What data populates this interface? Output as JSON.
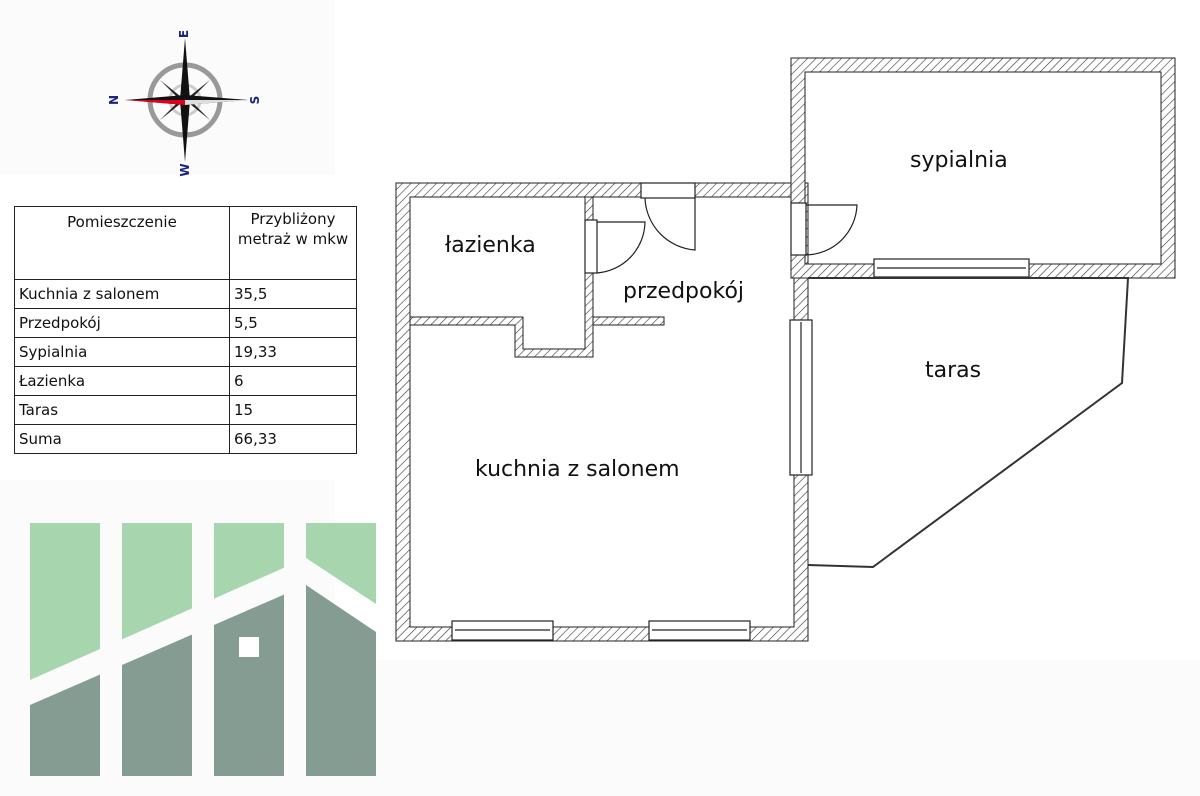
{
  "compass": {
    "n": "N",
    "e": "E",
    "s": "S",
    "w": "W"
  },
  "table": {
    "headers": [
      "Pomieszczenie",
      "Przybliżony metraż w mkw"
    ],
    "rows": [
      [
        "Kuchnia z salonem",
        "35,5"
      ],
      [
        "Przedpokój",
        "5,5"
      ],
      [
        "Sypialnia",
        "19,33"
      ],
      [
        "Łazienka",
        "6"
      ],
      [
        "Taras",
        "15"
      ],
      [
        "Suma",
        "66,33"
      ]
    ]
  },
  "rooms": {
    "lazienka": "łazienka",
    "przedpokoj": "przedpokój",
    "sypialnia": "sypialnia",
    "taras": "taras",
    "kuchnia": "kuchnia z salonem"
  },
  "colors": {
    "logo_light": "#a6d5ae",
    "logo_dark": "#849c92",
    "compass_red": "#e0001b"
  }
}
